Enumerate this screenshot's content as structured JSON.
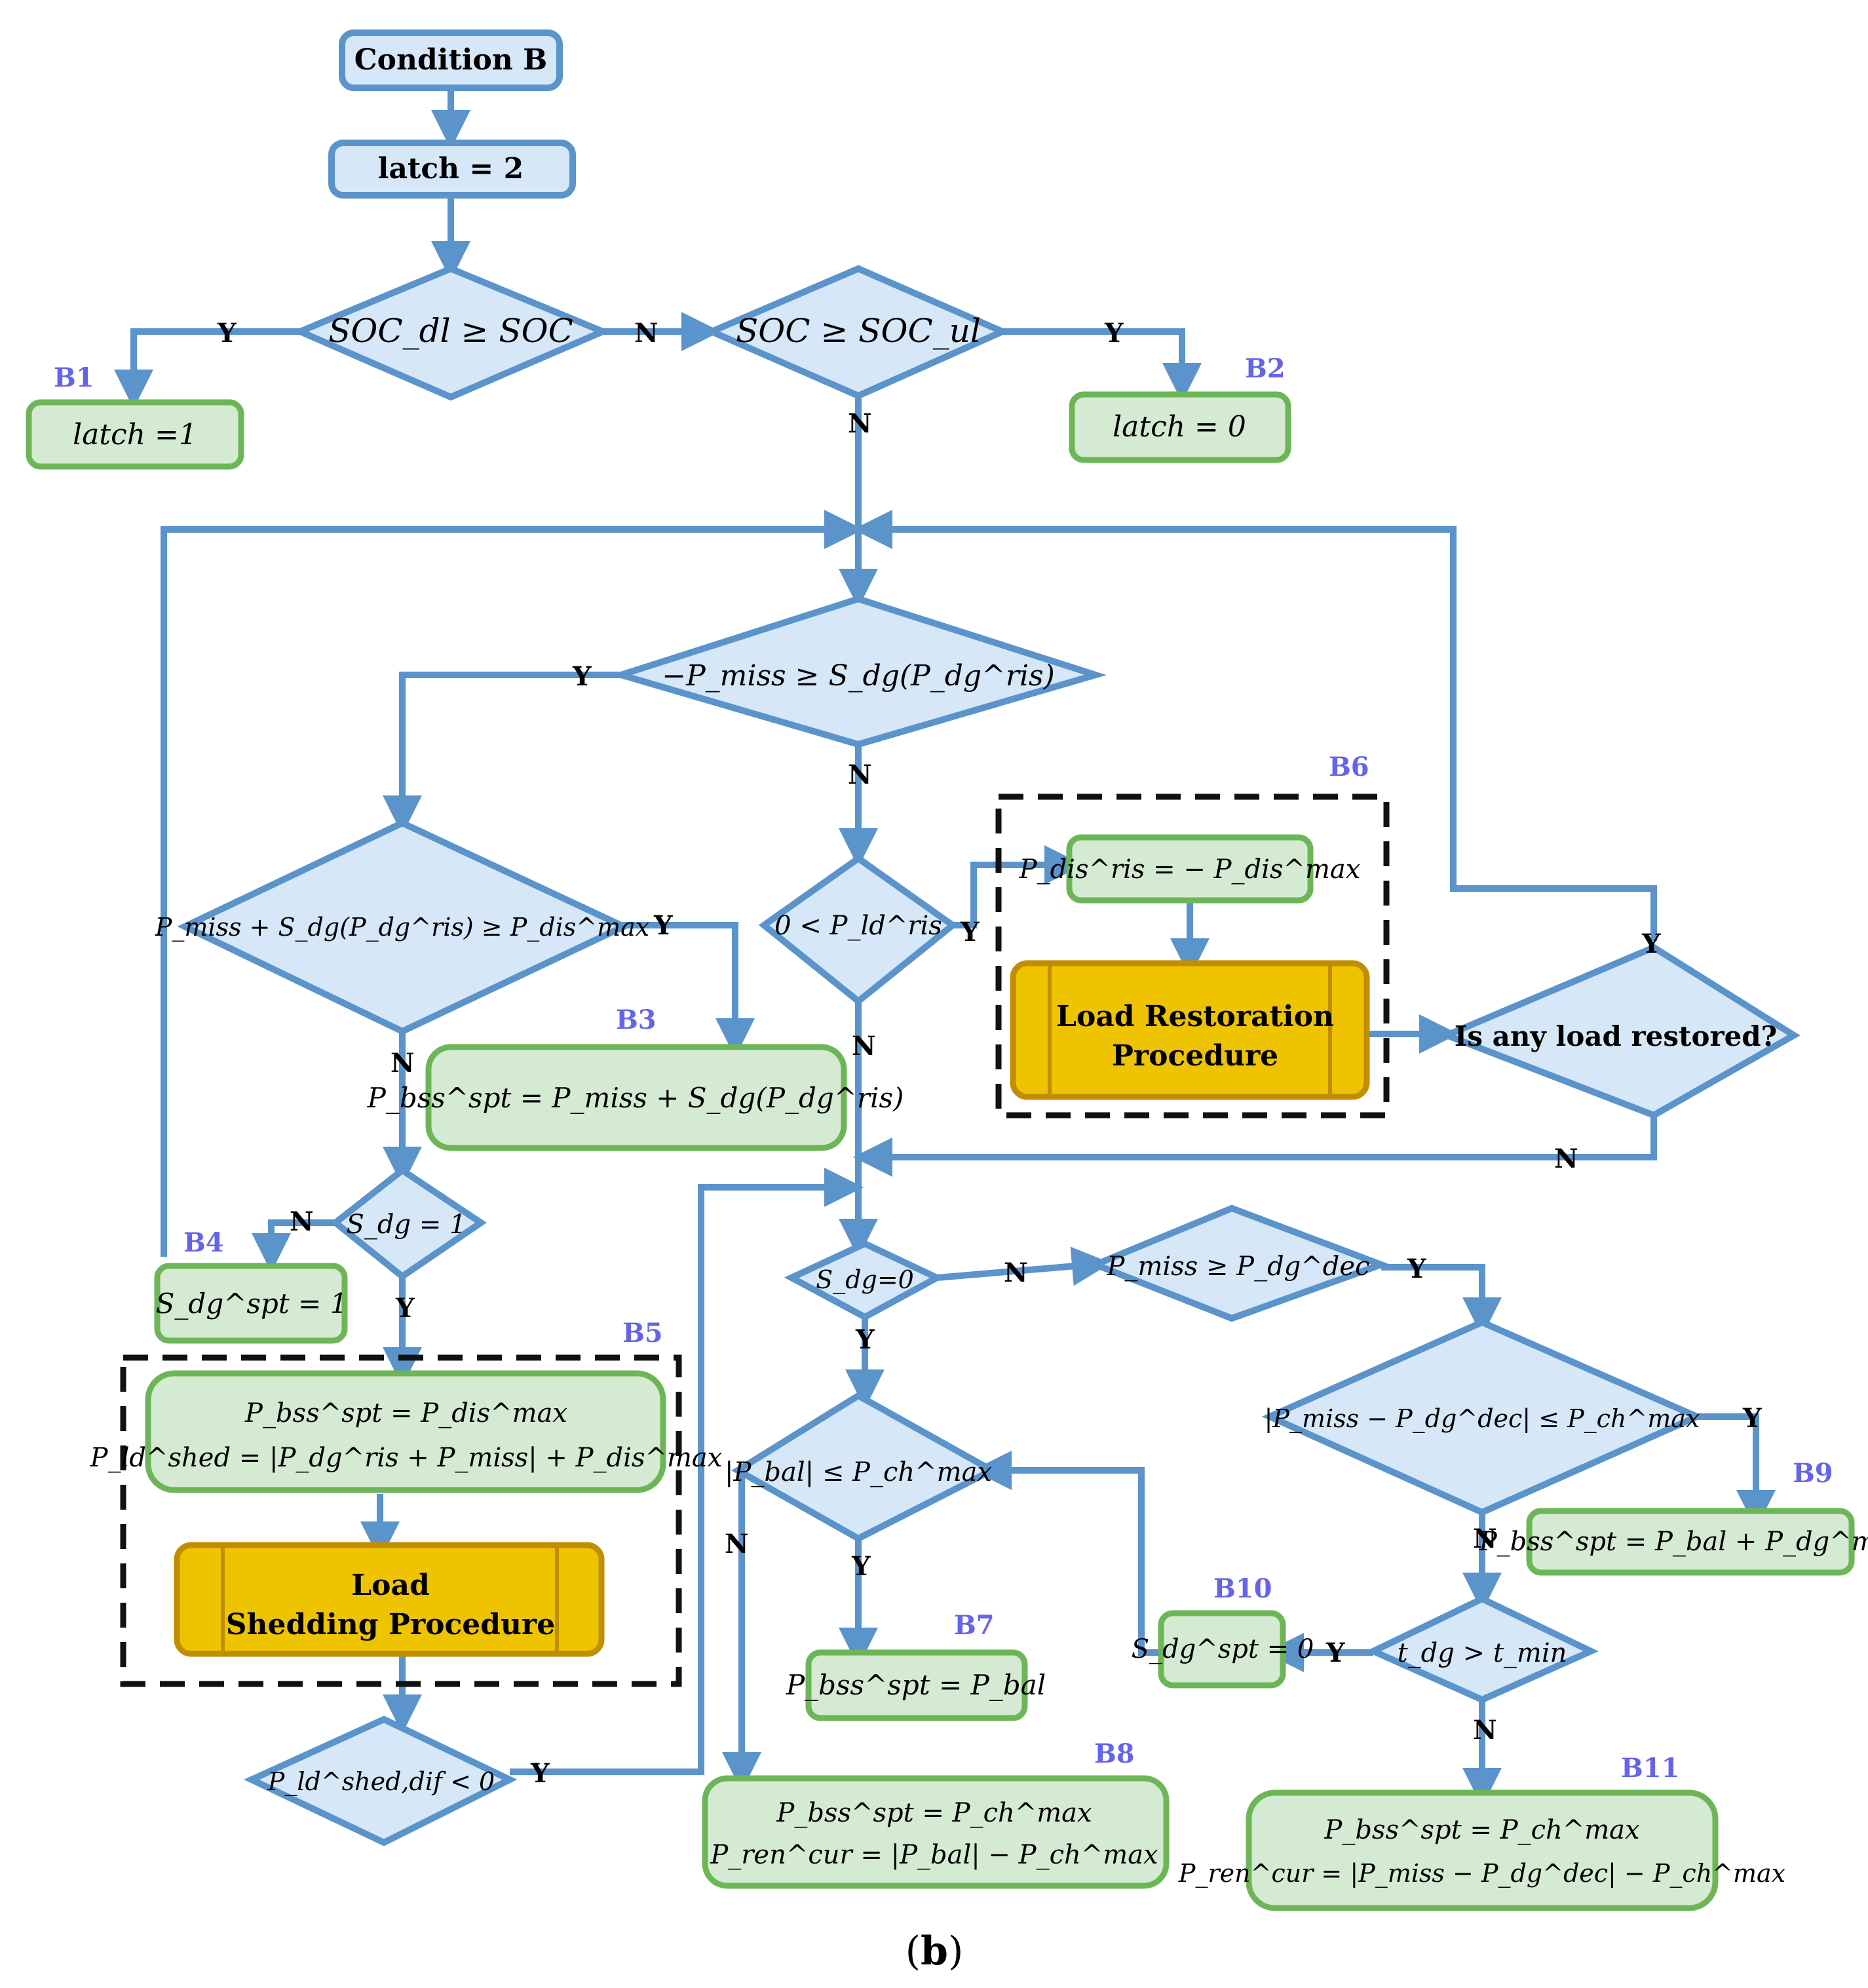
{
  "start": {
    "label": "Condition B"
  },
  "latch_set": {
    "label": "latch = 2"
  },
  "decisions": {
    "soc_low": "SOC_dl ≥ SOC",
    "soc_high": "SOC ≥ SOC_ul",
    "pmiss_ris": "−P_miss ≥ S_dg(P_dg^ris)",
    "pmiss_sdg_dis": "P_miss + S_dg(P_dg^ris) ≥ P_dis^max",
    "pld_ris": "0 < P_ld^ris",
    "any_restored": "Is any load restored?",
    "sdg1": "S_dg = 1",
    "sdg0": "S_dg=0",
    "pmiss_dec": "P_miss ≥ P_dg^dec",
    "pbal": "|P_bal| ≤ P_ch^max",
    "pmiss_minus_dec": "|P_miss − P_dg^dec| ≤ P_ch^max",
    "tdg": "t_dg > t_min",
    "shed_dif": "P_ld^shed,dif < 0"
  },
  "blocks": {
    "B1": {
      "id": "B1",
      "text": "latch =1"
    },
    "B2": {
      "id": "B2",
      "text": "latch = 0"
    },
    "B3": {
      "id": "B3",
      "text": "P_bss^spt = P_miss + S_dg(P_dg^ris)"
    },
    "B4": {
      "id": "B4",
      "text": "S_dg^spt = 1"
    },
    "B5": {
      "id": "B5",
      "line1": "P_bss^spt = P_dis^max",
      "line2": "P_ld^shed = |P_dg^ris + P_miss| + P_dis^max",
      "sub_line1": "Load",
      "sub_line2": "Shedding Procedure"
    },
    "B6": {
      "id": "B6",
      "line1": "P_dis^ris = − P_dis^max",
      "sub_line1": "Load Restoration",
      "sub_line2": "Procedure"
    },
    "B7": {
      "id": "B7",
      "text": "P_bss^spt = P_bal"
    },
    "B8": {
      "id": "B8",
      "line1": "P_bss^spt = P_ch^max",
      "line2": "P_ren^cur = |P_bal| − P_ch^max"
    },
    "B9": {
      "id": "B9",
      "text": "P_bss^spt = P_bal + P_dg^min"
    },
    "B10": {
      "id": "B10",
      "text": "S_dg^spt = 0"
    },
    "B11": {
      "id": "B11",
      "line1": "P_bss^spt = P_ch^max",
      "line2": "P_ren^cur = |P_miss − P_dg^dec| − P_ch^max"
    }
  },
  "labels": {
    "yes": "Y",
    "no": "N"
  },
  "caption": {
    "open": "(",
    "letter": "b",
    "close": ")"
  }
}
